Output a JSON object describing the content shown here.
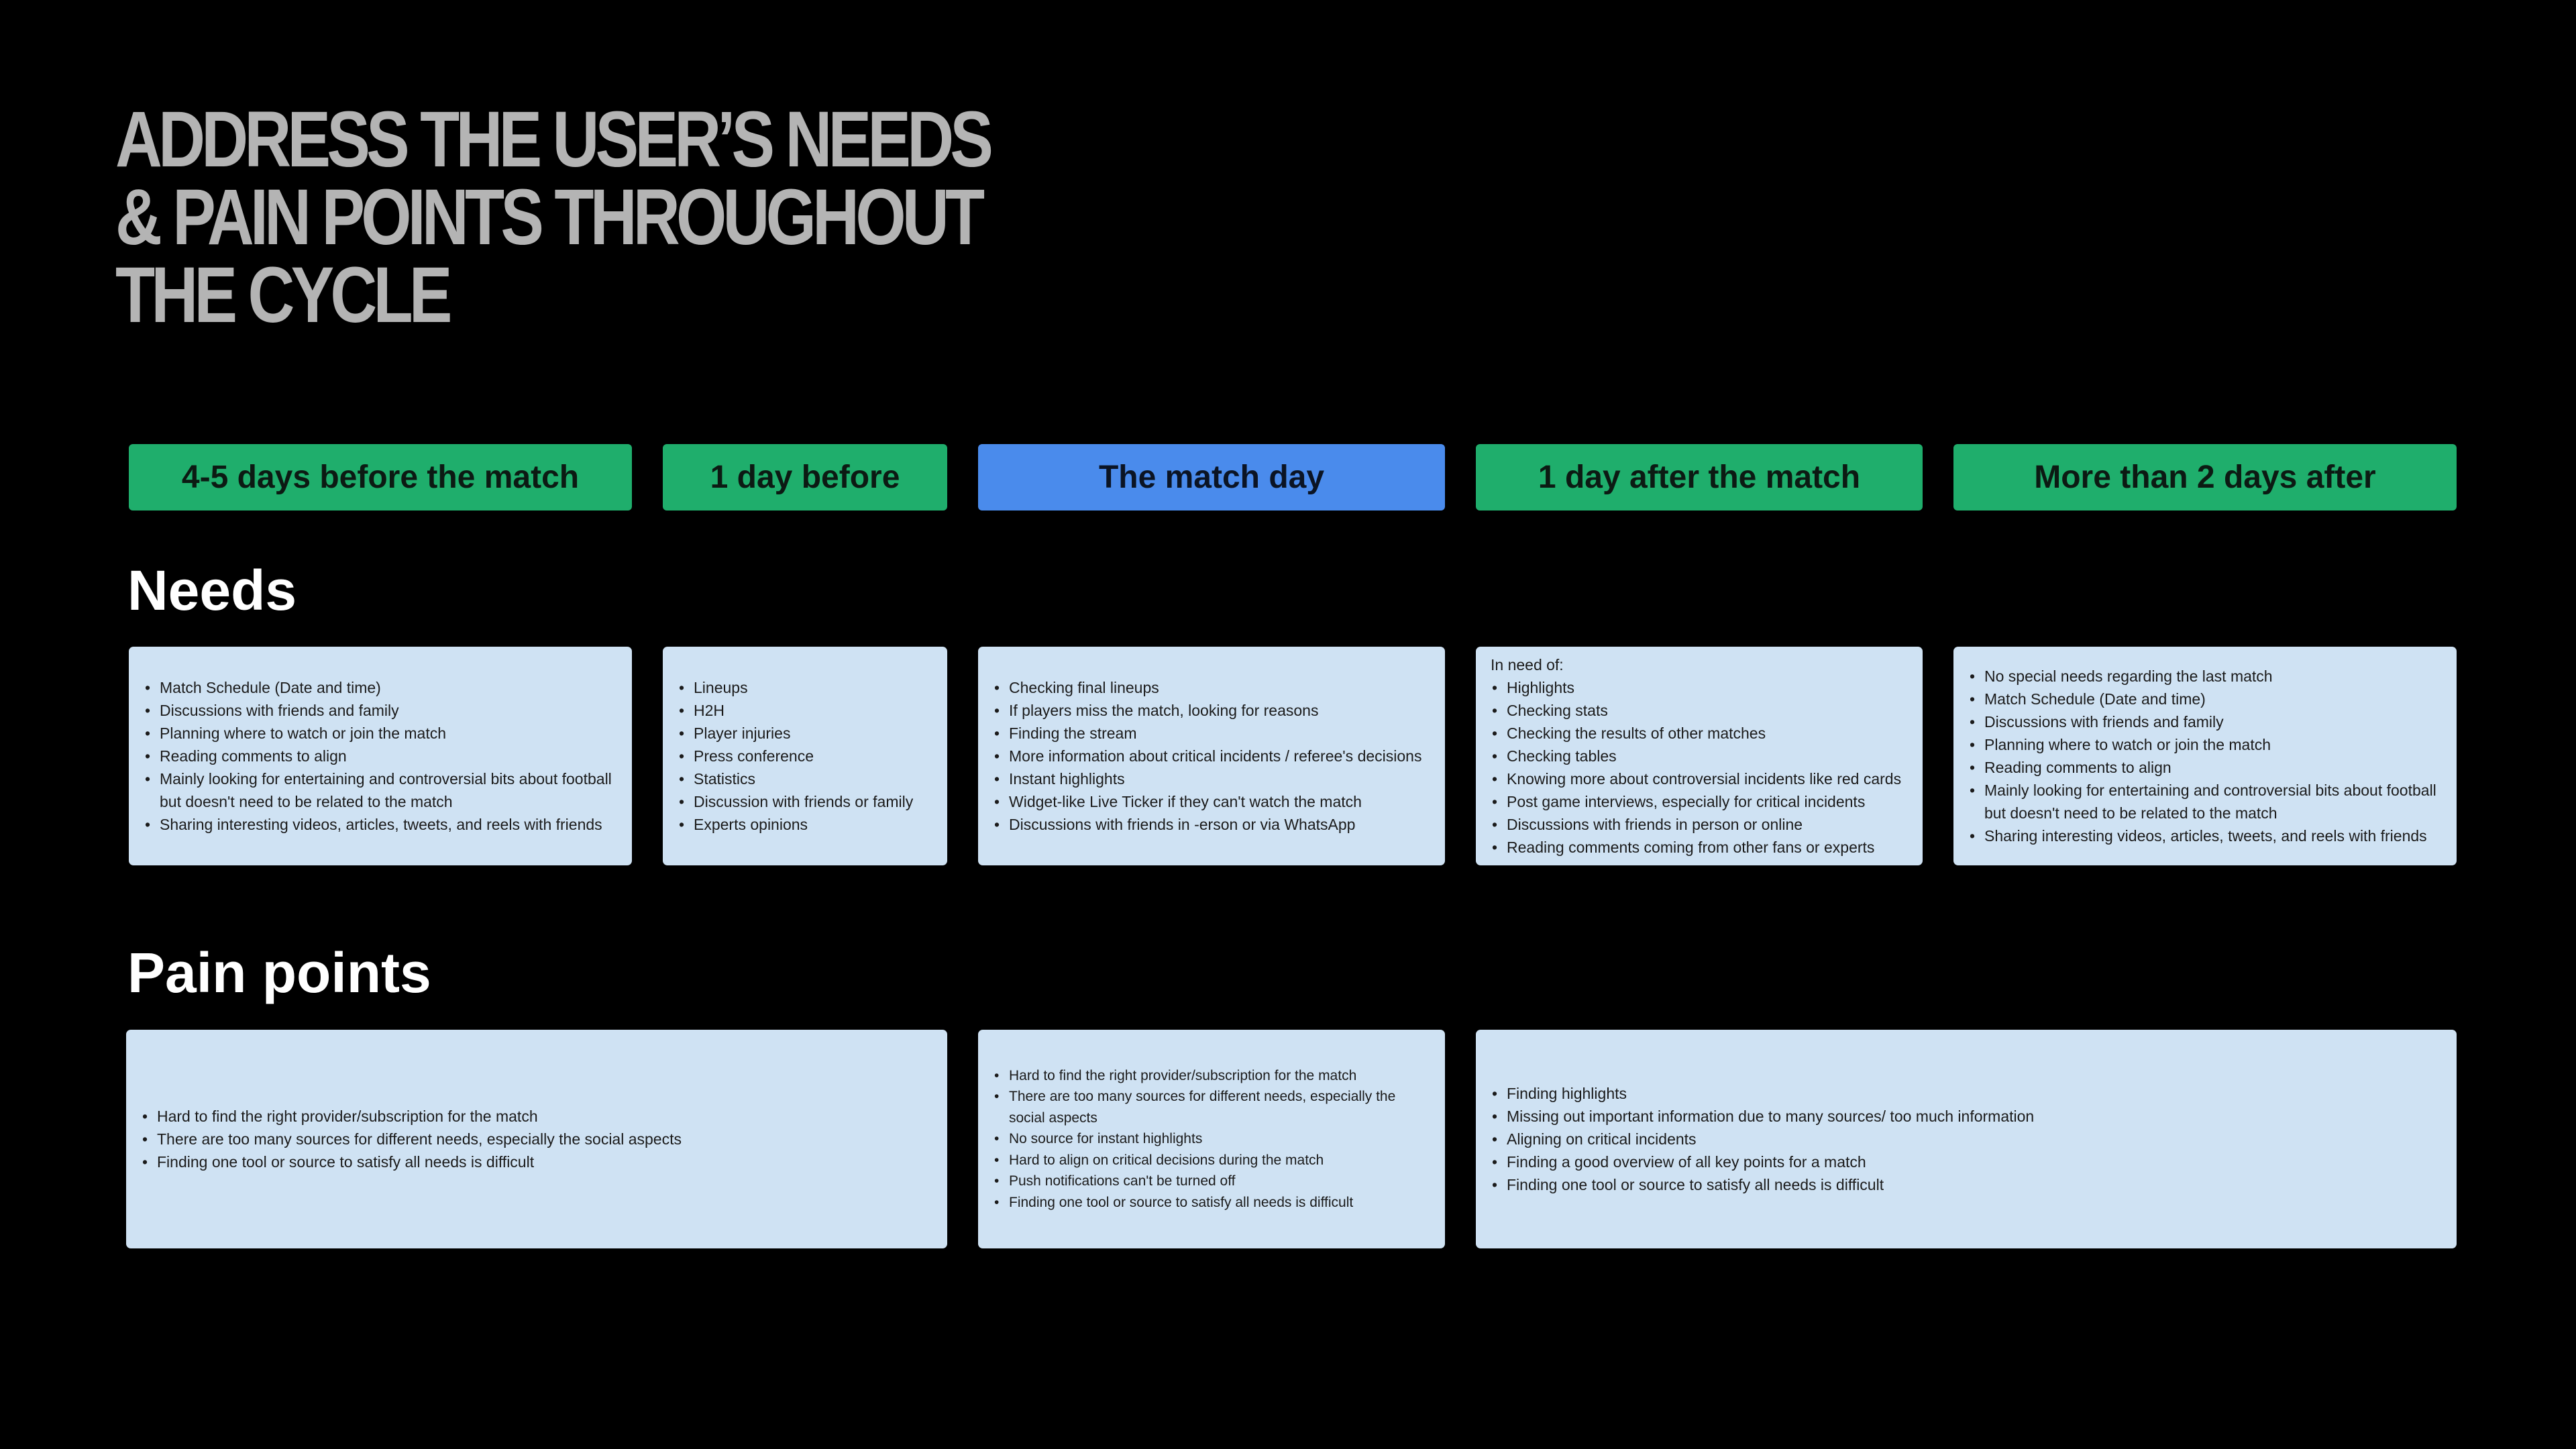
{
  "title": "Address the user’s needs & pain points throughout the cycle",
  "phases": [
    "4-5 days before the match",
    "1 day before",
    "The match day",
    "1 day after the match",
    "More than 2 days after"
  ],
  "needs_label": "Needs",
  "pain_points_label": "Pain points",
  "needs": [
    {
      "items": [
        "Match Schedule (Date and time)",
        "Discussions with friends and family",
        "Planning where to watch or join the match",
        "Reading comments to align",
        "Mainly looking for entertaining and controversial bits about football but doesn't need to be related to the match",
        "Sharing interesting videos, articles, tweets, and reels with friends"
      ]
    },
    {
      "items": [
        "Lineups",
        "H2H",
        "Player injuries",
        "Press conference",
        "Statistics",
        "Discussion with friends or family",
        "Experts opinions"
      ]
    },
    {
      "items": [
        "Checking final lineups",
        "If players miss the match, looking for reasons",
        "Finding the stream",
        "More information about critical incidents / referee's decisions",
        "Instant highlights",
        "Widget-like Live Ticker if they can't watch the match",
        "Discussions with friends in -erson or via WhatsApp"
      ]
    },
    {
      "intro": "In need of:",
      "items": [
        "Highlights",
        "Checking stats",
        "Checking the results of other matches",
        "Checking tables",
        "Knowing more about controversial incidents like red cards",
        "Post game interviews, especially for critical incidents",
        "Discussions with friends in person or online",
        "Reading comments coming from other fans or experts"
      ]
    },
    {
      "items": [
        "No special needs regarding the last match",
        "Match Schedule (Date and time)",
        "Discussions with friends and family",
        "Planning where to watch or join the match",
        "Reading comments to align",
        "Mainly looking for entertaining and controversial bits about football but doesn't need to be related to the match",
        "Sharing interesting videos, articles, tweets, and reels with friends"
      ]
    }
  ],
  "pain_points": [
    {
      "items": [
        "Hard to find the right provider/subscription for the match",
        "There are too many sources for different needs, especially the social aspects",
        "Finding one tool or source to satisfy all needs is difficult"
      ]
    },
    {
      "items": [
        "Hard to find the right provider/subscription for the match",
        "There are too many sources for different needs, especially the social aspects",
        "No source for instant highlights",
        "Hard to align on critical decisions during the match",
        "Push notifications can't be turned off",
        "Finding one tool or source to satisfy all needs is difficult"
      ]
    },
    {
      "items": [
        "Finding highlights",
        "Missing out important information due to many sources/ too much information",
        "Aligning on critical incidents",
        "Finding a good overview of all key points for a match",
        "Finding one tool or source to satisfy all needs is difficult"
      ]
    }
  ]
}
